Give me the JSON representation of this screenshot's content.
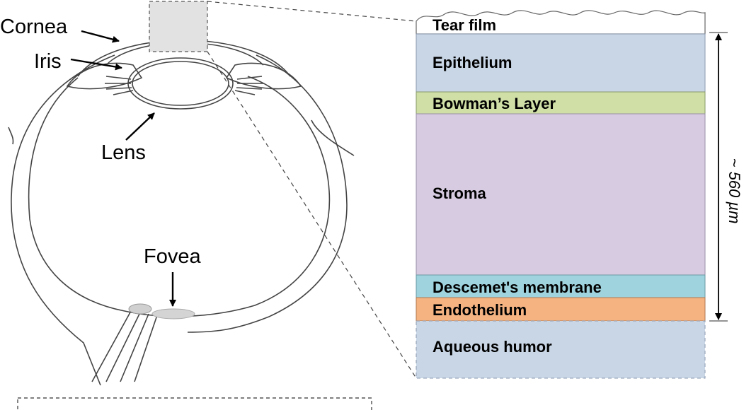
{
  "eye": {
    "labels": {
      "cornea": "Cornea",
      "iris": "Iris",
      "lens": "Lens",
      "fovea": "Fovea"
    }
  },
  "cornea_layers": {
    "tear_film": "Tear film",
    "epithelium": "Epithelium",
    "bowmans_layer": "Bowman’s Layer",
    "stroma": "Stroma",
    "descemets_membrane": "Descemet's membrane",
    "endothelium": "Endothelium",
    "aqueous_humor": "Aqueous humor"
  },
  "thickness": {
    "label": "~ 560 µm"
  },
  "colors": {
    "epithelium": "#c9d6e6",
    "bowmans_layer": "#cfdfa6",
    "stroma": "#d6cbe0",
    "descemets_membrane": "#9fd3dd",
    "endothelium": "#f5b382",
    "aqueous_humor": "#c9d6e6",
    "zoom_region": "#e2e2e2"
  }
}
